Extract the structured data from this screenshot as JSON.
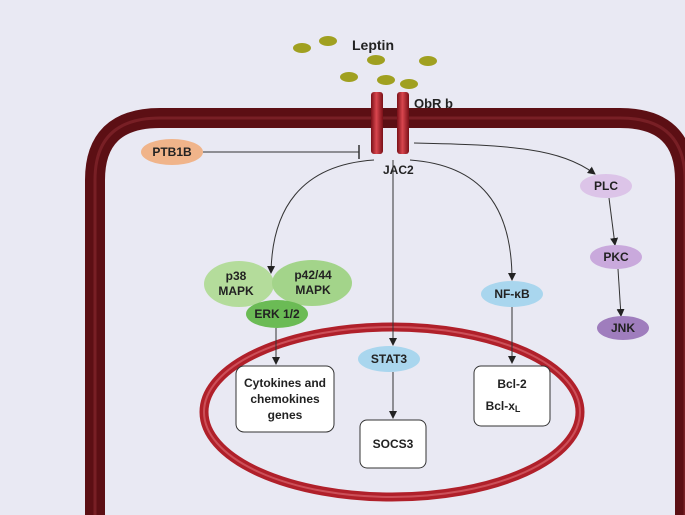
{
  "diagram": {
    "ligand": {
      "label": "Leptin",
      "particle_color": "#a0a020"
    },
    "receptor": {
      "label": "ObR b",
      "color": "#b5262f"
    },
    "jak": {
      "label": "JAC2"
    },
    "inhibitor": {
      "label": "PTB1B",
      "color": "#f0b48a"
    },
    "mapk": {
      "p38": {
        "line1": "p38",
        "line2": "MAPK",
        "color": "#b4dc9b"
      },
      "p42_44": {
        "line1": "p42/44",
        "line2": "MAPK",
        "color": "#a3d48a"
      },
      "erk": {
        "label": "ERK 1/2",
        "color": "#6bbb55"
      },
      "output": {
        "line1": "Cytokines and",
        "line2": "chemokines",
        "line3": "genes"
      }
    },
    "stat3": {
      "label": "STAT3",
      "color": "#a9d6ee",
      "output": "SOCS3"
    },
    "nfkb": {
      "label": "NF-κB",
      "color": "#a9d6ee",
      "output_line1": "Bcl-2",
      "output_line2": "Bcl-x",
      "output_line2_sub": "L"
    },
    "plc_path": {
      "plc": {
        "label": "PLC",
        "color": "#dcc4e8"
      },
      "pkc": {
        "label": "PKC",
        "color": "#c9a9dc"
      },
      "jnk": {
        "label": "JNK",
        "color": "#9f7dbd"
      }
    },
    "colors": {
      "cell_membrane": "#5c0f14",
      "nucleus_ring": "#b0202a",
      "background": "#e9e9f3"
    }
  }
}
